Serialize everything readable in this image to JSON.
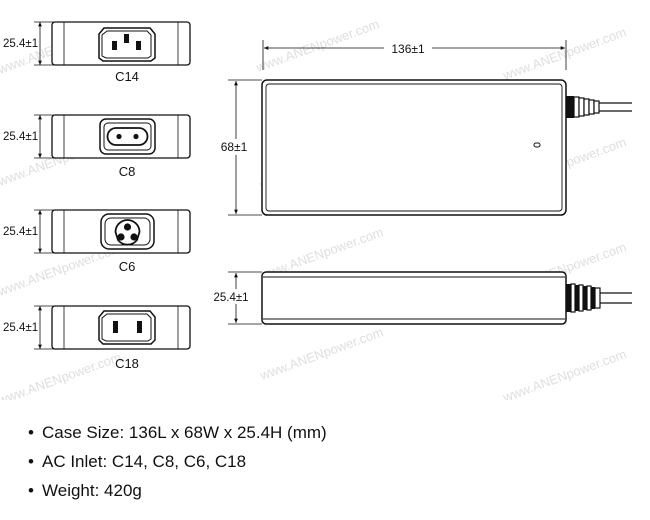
{
  "watermark": "www.ANENpower.com",
  "inlets": [
    {
      "caption": "C14",
      "height_dim": "25.4±1",
      "icon": "iec-c14-inlet-icon"
    },
    {
      "caption": "C8",
      "height_dim": "25.4±1",
      "icon": "iec-c8-inlet-icon"
    },
    {
      "caption": "C6",
      "height_dim": "25.4±1",
      "icon": "iec-c6-inlet-icon"
    },
    {
      "caption": "C18",
      "height_dim": "25.4±1",
      "icon": "iec-c18-inlet-icon"
    }
  ],
  "top_view": {
    "length_dim": "136±1",
    "width_dim": "68±1"
  },
  "side_view": {
    "height_dim": "25.4±1"
  },
  "specs": [
    "Case Size: 136L x 68W x 25.4H (mm)",
    "AC Inlet: C14, C8, C6, C18",
    "Weight: 420g"
  ],
  "colors": {
    "line": "#111111",
    "watermark": "#c4c4c4"
  }
}
